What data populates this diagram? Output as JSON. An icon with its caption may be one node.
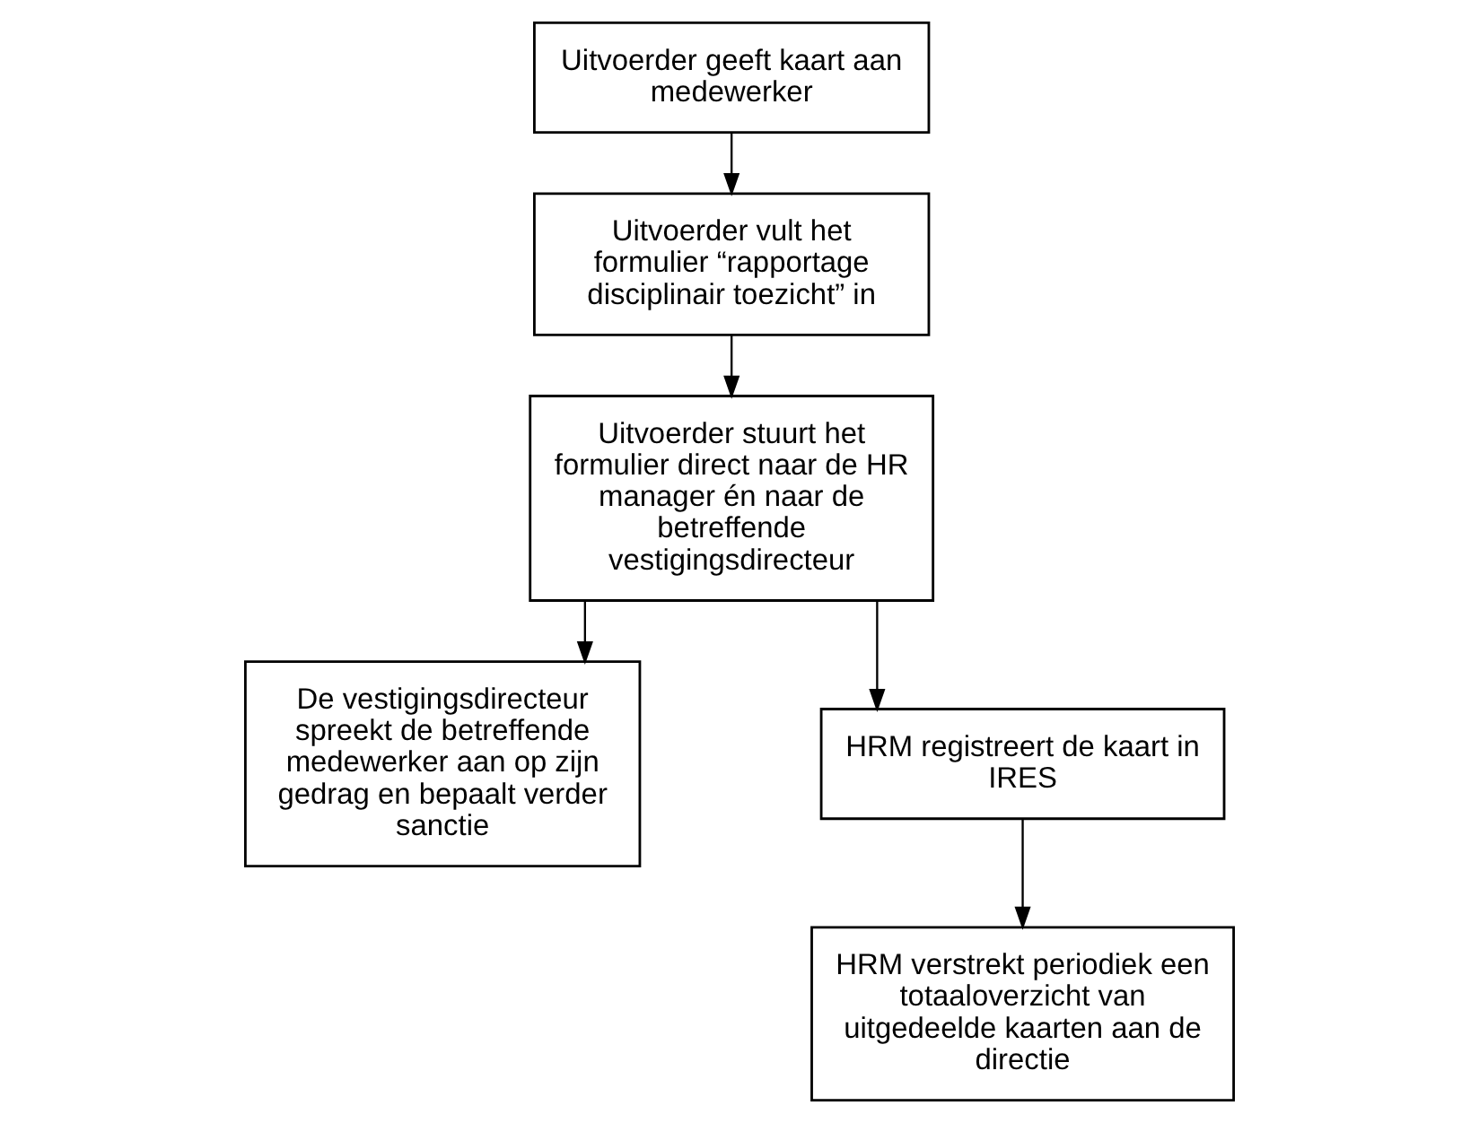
{
  "diagram": {
    "nodes": [
      {
        "text": [
          "Uitvoerder geeft kaart aan medewerker"
        ]
      },
      {
        "text": [
          "Uitvoerder vult het formulier “rapportage disciplinair toezicht” in"
        ]
      },
      {
        "text": [
          "Uitvoerder stuurt het formulier direct naar de HR manager én naar de betreffende vestigingsdirecteur"
        ]
      },
      {
        "text": [
          "De vestigingsdirecteur spreekt de betreffende medewerker aan op zijn gedrag en bepaalt verder sanctie"
        ]
      },
      {
        "text": [
          "HRM registreert de kaart in IRES"
        ]
      },
      {
        "text": [
          "HRM verstrekt periodiek een totaaloverzicht van uitgedeelde kaarten aan de directie"
        ]
      }
    ],
    "edges": [
      {
        "from": 0,
        "to": 1,
        "arrow": "to"
      },
      {
        "from": 1,
        "to": 2,
        "arrow": "to"
      },
      {
        "from": 2,
        "to": 3,
        "arrow": "to"
      },
      {
        "from": 2,
        "to": 4,
        "arrow": "to"
      },
      {
        "from": 4,
        "to": 5,
        "arrow": "to"
      }
    ]
  }
}
